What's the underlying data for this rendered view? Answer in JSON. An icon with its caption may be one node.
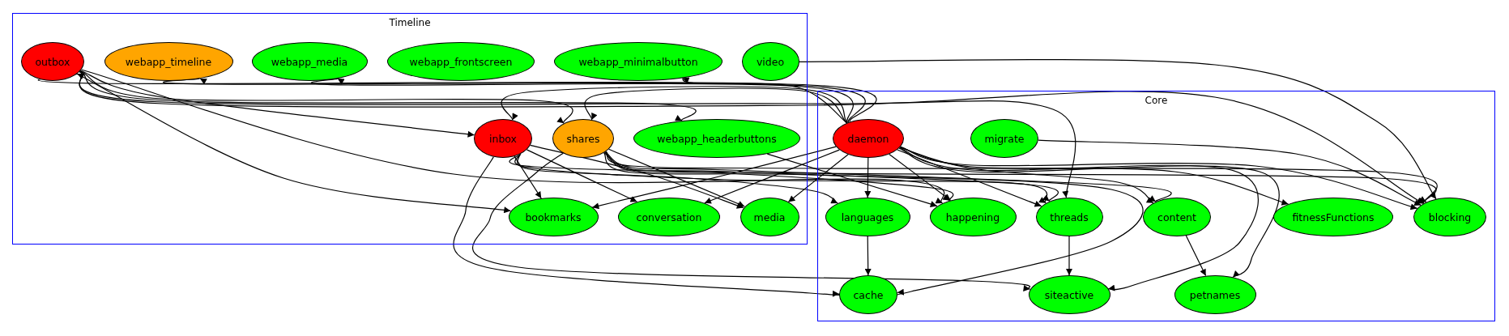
{
  "diagram": {
    "nodes": [
      {
        "text": [
          "Timeline"
        ]
      },
      {
        "text": [
          "outbox"
        ],
        "in": 0
      },
      {
        "text": [
          "webapp_timeline"
        ],
        "in": 0
      },
      {
        "text": [
          "webapp_media"
        ],
        "in": 0
      },
      {
        "text": [
          "webapp_frontscreen"
        ],
        "in": 0
      },
      {
        "text": [
          "webapp_minimalbutton"
        ],
        "in": 0
      },
      {
        "text": [
          "video"
        ],
        "in": 0
      },
      {
        "text": [
          "inbox"
        ],
        "in": 0
      },
      {
        "text": [
          "shares"
        ],
        "in": 0
      },
      {
        "text": [
          "webapp_headerbuttons"
        ],
        "in": 0
      },
      {
        "text": [
          "bookmarks"
        ],
        "in": 0
      },
      {
        "text": [
          "conversation"
        ],
        "in": 0
      },
      {
        "text": [
          "media"
        ],
        "in": 0
      },
      {
        "text": [
          "Core"
        ]
      },
      {
        "text": [
          "daemon"
        ],
        "in": 13
      },
      {
        "text": [
          "migrate"
        ],
        "in": 13
      },
      {
        "text": [
          "languages"
        ],
        "in": 13
      },
      {
        "text": [
          "happening"
        ],
        "in": 13
      },
      {
        "text": [
          "threads"
        ],
        "in": 13
      },
      {
        "text": [
          "content"
        ],
        "in": 13
      },
      {
        "text": [
          "fitnessFunctions"
        ],
        "in": 13
      },
      {
        "text": [
          "blocking"
        ],
        "in": 13
      },
      {
        "text": [
          "cache"
        ],
        "in": 13
      },
      {
        "text": [
          "siteactive"
        ],
        "in": 13
      },
      {
        "text": [
          "petnames"
        ],
        "in": 13
      }
    ],
    "edges": [
      {
        "from": 14,
        "to": 1,
        "arrow": "to"
      },
      {
        "from": 14,
        "to": 2,
        "arrow": "to"
      },
      {
        "from": 14,
        "to": 3,
        "arrow": "to"
      },
      {
        "from": 14,
        "to": 5,
        "arrow": "to"
      },
      {
        "from": 14,
        "to": 7,
        "arrow": "to"
      },
      {
        "from": 14,
        "to": 8,
        "arrow": "to"
      },
      {
        "from": 1,
        "to": 7,
        "arrow": "to"
      },
      {
        "from": 1,
        "to": 8,
        "arrow": "to"
      },
      {
        "from": 1,
        "to": 9,
        "arrow": "to"
      },
      {
        "from": 1,
        "to": 10,
        "arrow": "to"
      },
      {
        "from": 1,
        "to": 18,
        "arrow": "to"
      },
      {
        "from": 1,
        "to": 21,
        "arrow": "to"
      },
      {
        "from": 1,
        "to": 17,
        "arrow": "to"
      },
      {
        "from": 6,
        "to": 21,
        "arrow": "to"
      },
      {
        "from": 9,
        "to": 17,
        "arrow": "to"
      },
      {
        "from": 7,
        "to": 10,
        "arrow": "to"
      },
      {
        "from": 7,
        "to": 11,
        "arrow": "to"
      },
      {
        "from": 7,
        "to": 12,
        "arrow": "to"
      },
      {
        "from": 7,
        "to": 22,
        "arrow": "to"
      },
      {
        "from": 7,
        "to": 18,
        "arrow": "to"
      },
      {
        "from": 7,
        "to": 21,
        "arrow": "to"
      },
      {
        "from": 7,
        "to": 16,
        "arrow": "to"
      },
      {
        "from": 8,
        "to": 12,
        "arrow": "to"
      },
      {
        "from": 8,
        "to": 23,
        "arrow": "to"
      },
      {
        "from": 8,
        "to": 17,
        "arrow": "to"
      },
      {
        "from": 8,
        "to": 18,
        "arrow": "to"
      },
      {
        "from": 8,
        "to": 19,
        "arrow": "to"
      },
      {
        "from": 8,
        "to": 21,
        "arrow": "to"
      },
      {
        "from": 14,
        "to": 10,
        "arrow": "to"
      },
      {
        "from": 14,
        "to": 11,
        "arrow": "to"
      },
      {
        "from": 14,
        "to": 12,
        "arrow": "to"
      },
      {
        "from": 14,
        "to": 16,
        "arrow": "to"
      },
      {
        "from": 14,
        "to": 17,
        "arrow": "to"
      },
      {
        "from": 14,
        "to": 18,
        "arrow": "to"
      },
      {
        "from": 14,
        "to": 19,
        "arrow": "to"
      },
      {
        "from": 14,
        "to": 20,
        "arrow": "to"
      },
      {
        "from": 14,
        "to": 21,
        "arrow": "to"
      },
      {
        "from": 14,
        "to": 23,
        "arrow": "to"
      },
      {
        "from": 14,
        "to": 24,
        "arrow": "to"
      },
      {
        "from": 8,
        "to": 22,
        "arrow": "to"
      },
      {
        "from": 15,
        "to": 21,
        "arrow": "to"
      },
      {
        "from": 16,
        "to": 22,
        "arrow": "to"
      },
      {
        "from": 18,
        "to": 23,
        "arrow": "to"
      },
      {
        "from": 19,
        "to": 24,
        "arrow": "to"
      }
    ]
  }
}
